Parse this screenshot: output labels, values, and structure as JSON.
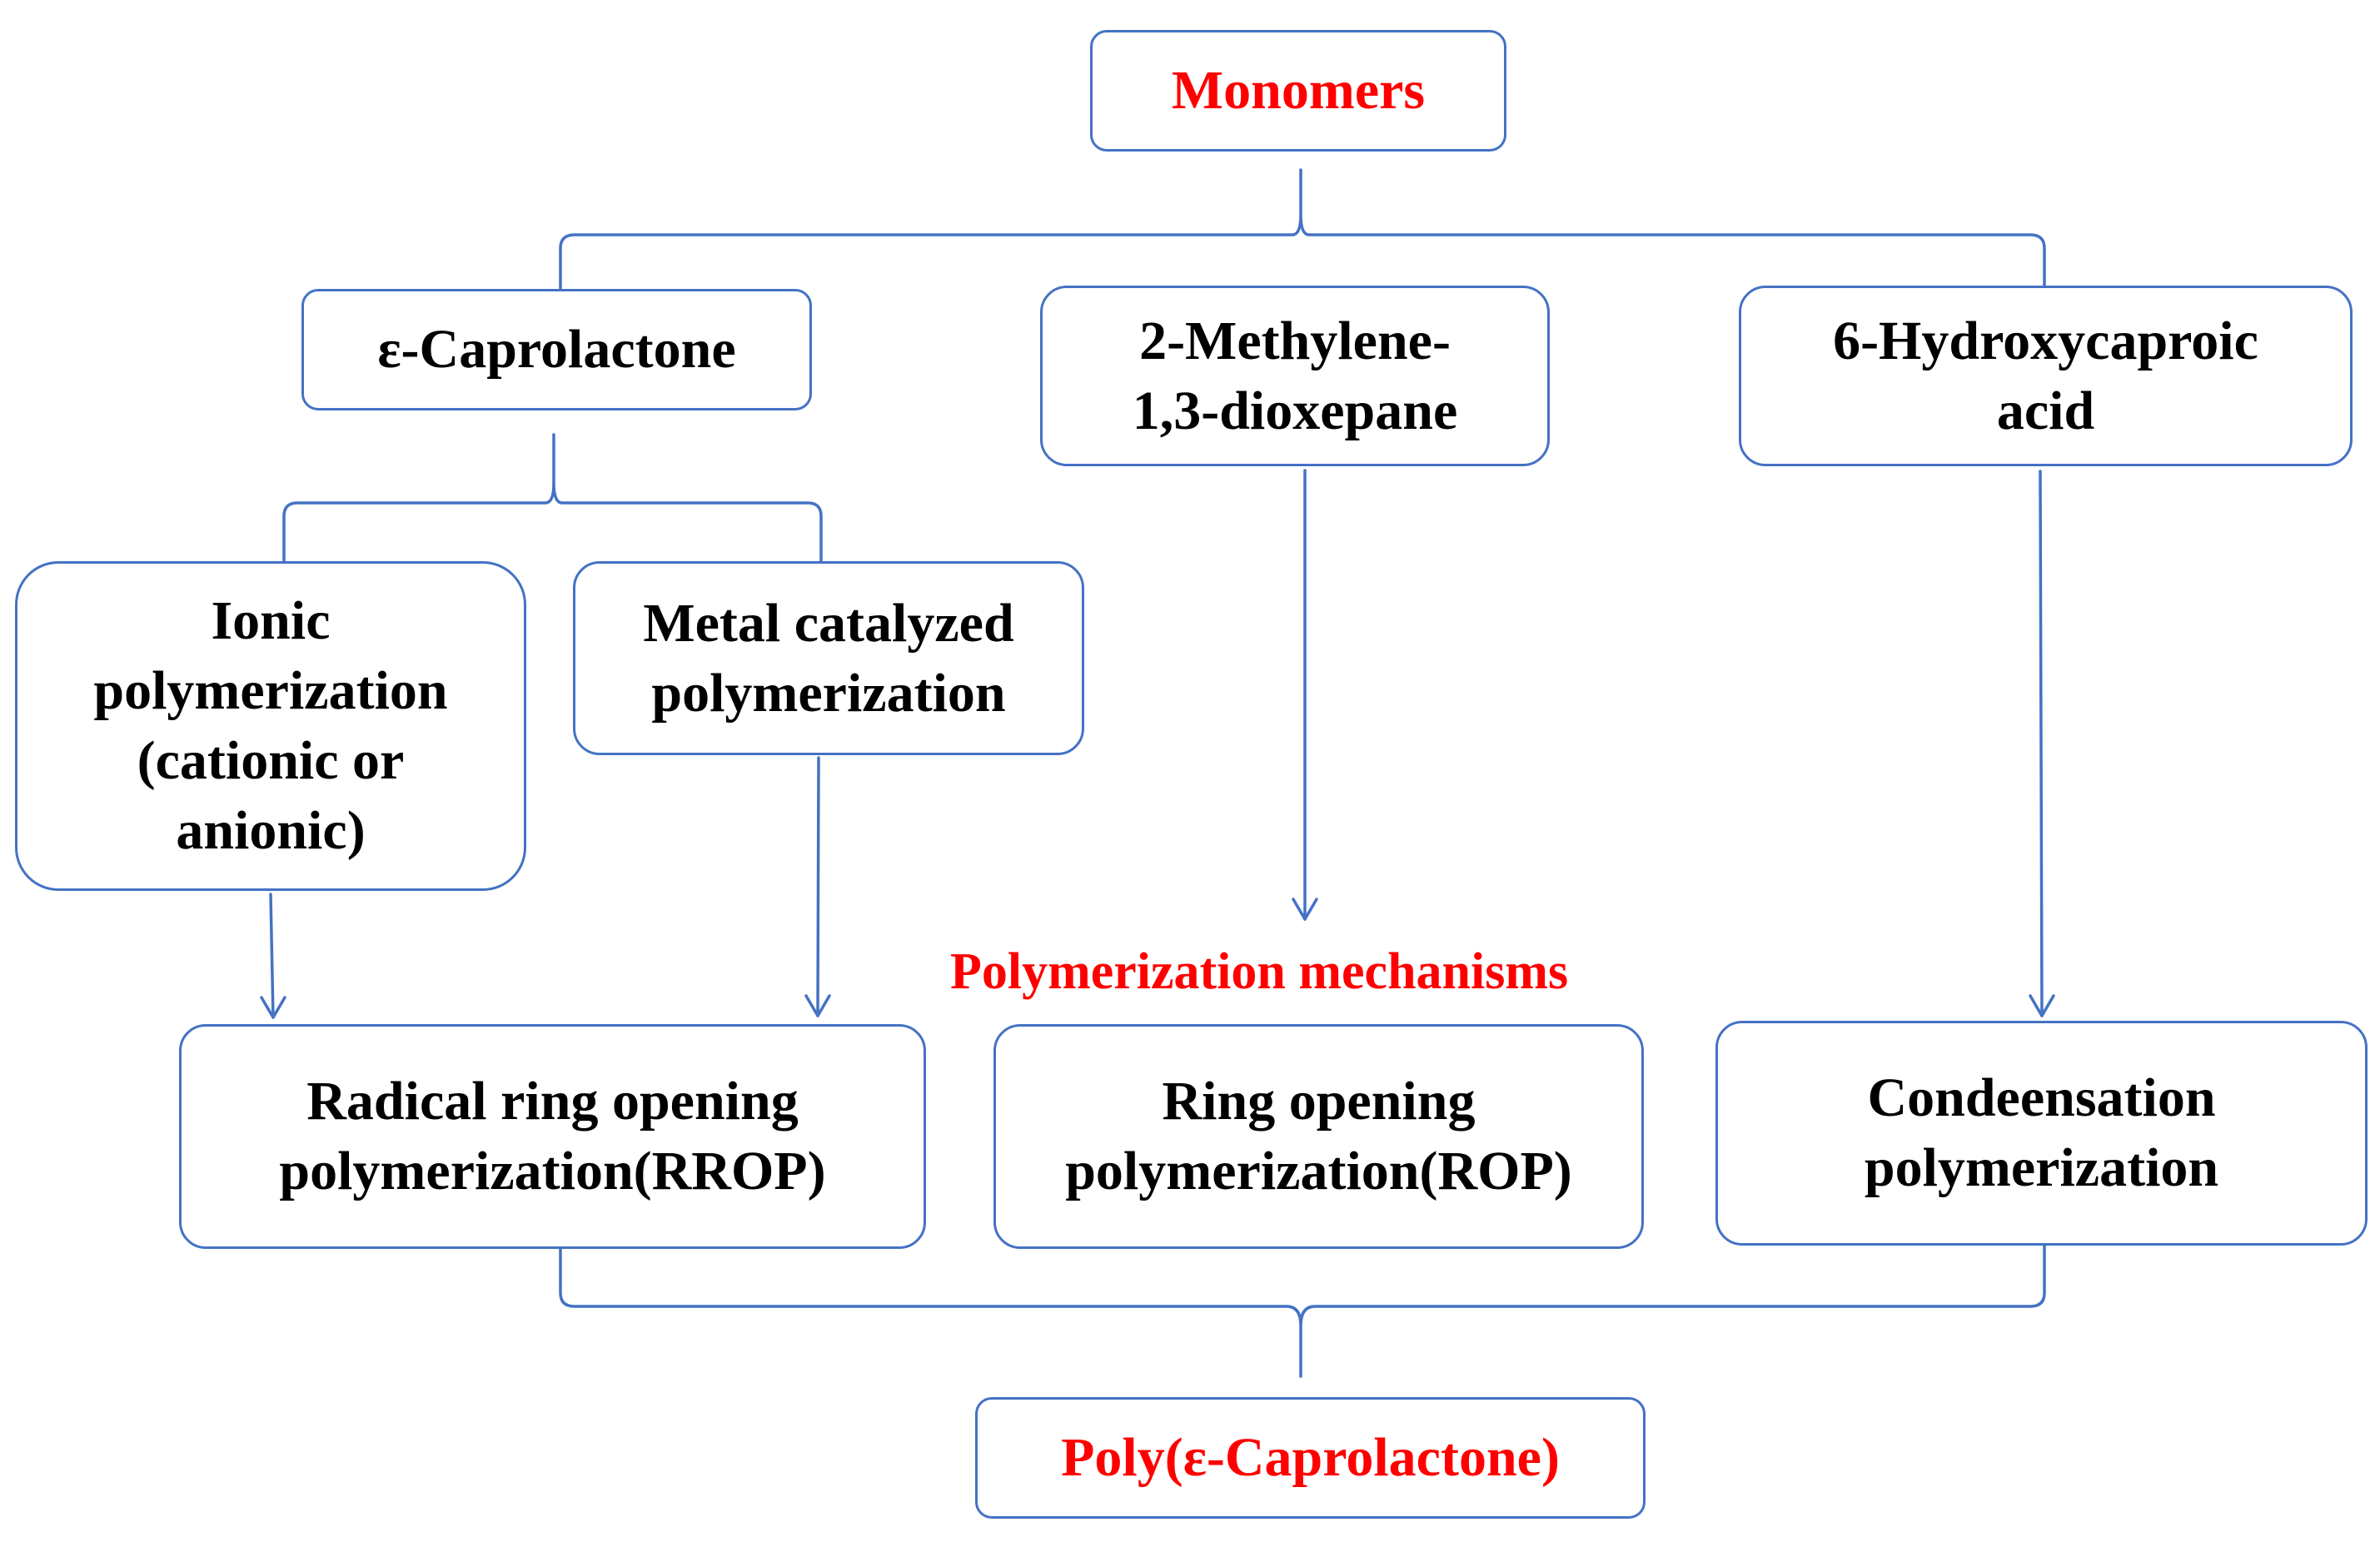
{
  "colors": {
    "border": "#4472C4",
    "highlight_text": "#FF0000",
    "body_text": "#000000",
    "background": "#FFFFFF"
  },
  "nodes": {
    "monomers": "Monomers",
    "caprolactone": "ε-Caprolactone",
    "methylene_dioxepane": "2-Methylene-\n1,3-dioxepane",
    "hydroxycaproic_acid": "6-Hydroxycaproic\nacid",
    "ionic_polymerization": "Ionic\npolymerization\n(cationic or\nanionic)",
    "metal_catalyzed": "Metal catalyzed\npolymerization",
    "rrop": "Radical ring opening\npolymerization(RROP)",
    "rop": "Ring opening\npolymerization(ROP)",
    "condensation": "Condeensation\npolymerization",
    "pcl": "Poly(ε-Caprolactone)"
  },
  "labels": {
    "mechanisms": "Polymerization mechanisms"
  }
}
